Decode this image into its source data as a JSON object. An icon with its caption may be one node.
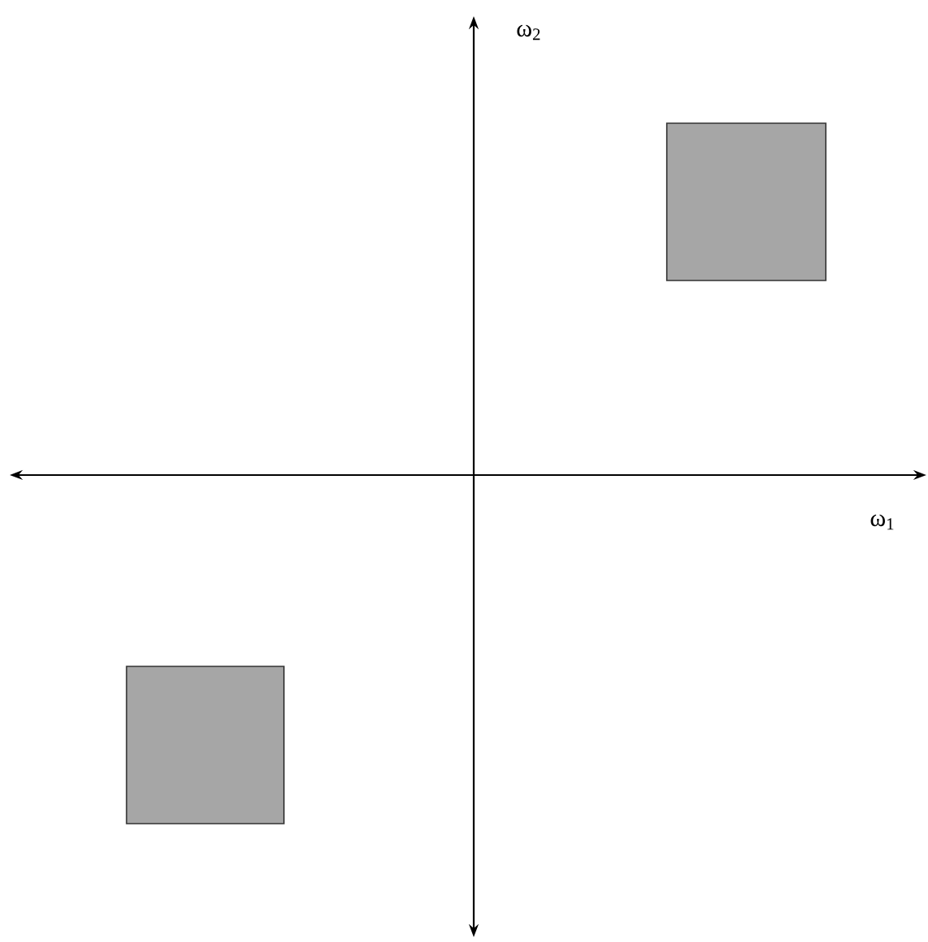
{
  "diagram": {
    "nodes": [
      {
        "text": [],
        "shape": "box"
      },
      {
        "text": [],
        "shape": "box"
      }
    ],
    "labels": [
      "ω$_{2}$",
      "ω$_{1}$"
    ]
  }
}
